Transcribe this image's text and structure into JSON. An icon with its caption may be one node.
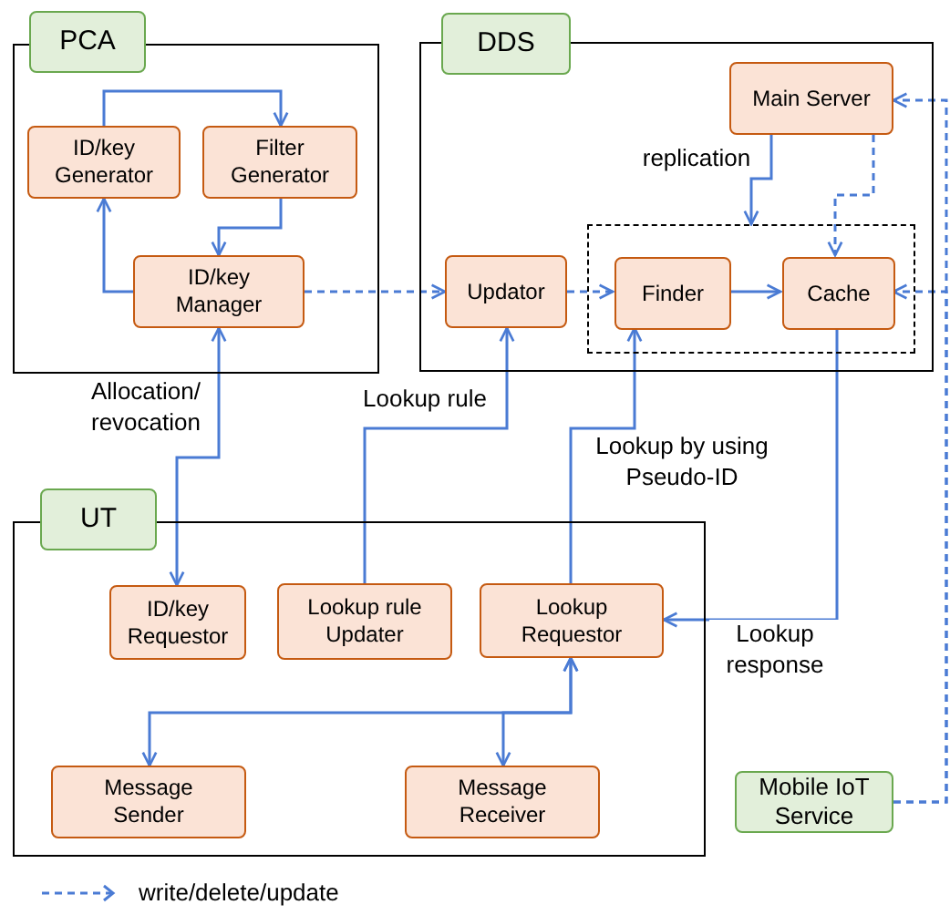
{
  "diagram": {
    "nodes": [
      {
        "text": [
          "PCA"
        ]
      },
      {
        "text": [
          "ID/key Generator"
        ],
        "in": 0
      },
      {
        "text": [
          "Filter Generator"
        ],
        "in": 0
      },
      {
        "text": [
          "ID/key Manager"
        ],
        "in": 0
      },
      {
        "text": [
          "DDS"
        ]
      },
      {
        "text": [
          "Main Server"
        ],
        "in": 4
      },
      {
        "text": [
          "Updator"
        ],
        "in": 4
      },
      {
        "text": [],
        "shape": "box",
        "in": 4
      },
      {
        "text": [
          "Finder"
        ],
        "in": 7
      },
      {
        "text": [
          "Cache"
        ],
        "in": 7
      },
      {
        "text": [
          "UT"
        ]
      },
      {
        "text": [
          "ID/key Requestor"
        ],
        "in": 10
      },
      {
        "text": [
          "Lookup rule Updater"
        ],
        "in": 10
      },
      {
        "text": [
          "Lookup Requestor"
        ],
        "in": 10
      },
      {
        "text": [
          "Message Sender"
        ],
        "in": 10
      },
      {
        "text": [
          "Message Receiver"
        ],
        "in": 10
      },
      {
        "text": [
          "Mobile IoT Service"
        ]
      }
    ],
    "edges": [
      {
        "from": 1,
        "to": 2,
        "arrow": "to"
      },
      {
        "from": 2,
        "to": 3,
        "arrow": "to"
      },
      {
        "from": 3,
        "to": 1,
        "arrow": "to"
      },
      {
        "from": 3,
        "to": 6,
        "arrow": "to",
        "style": "dashed"
      },
      {
        "from": 3,
        "to": 11,
        "arrow": "both",
        "label": "Allocation/ revocation"
      },
      {
        "from": 12,
        "to": 6,
        "arrow": "to",
        "label": "Lookup rule"
      },
      {
        "from": 13,
        "to": 8,
        "arrow": "to",
        "label": "Lookup by using Pseudo-ID"
      },
      {
        "from": 9,
        "to": 13,
        "arrow": "to",
        "label": "Lookup response"
      },
      {
        "from": 5,
        "to": 7,
        "arrow": "to",
        "label": "replication"
      },
      {
        "from": 5,
        "to": 9,
        "arrow": "to",
        "style": "dashed"
      },
      {
        "from": 8,
        "to": 9,
        "arrow": "to"
      },
      {
        "from": 6,
        "to": 8,
        "arrow": "to",
        "style": "dashed"
      },
      {
        "from": 16,
        "to": 5,
        "arrow": "to",
        "style": "dashed"
      },
      {
        "from": 16,
        "to": 9,
        "arrow": "to",
        "style": "dashed"
      },
      {
        "from": 13,
        "to": 14,
        "arrow": "both"
      },
      {
        "from": 13,
        "to": 15,
        "arrow": "both"
      }
    ],
    "legend": [
      {
        "text": "write/delete/update"
      }
    ]
  }
}
